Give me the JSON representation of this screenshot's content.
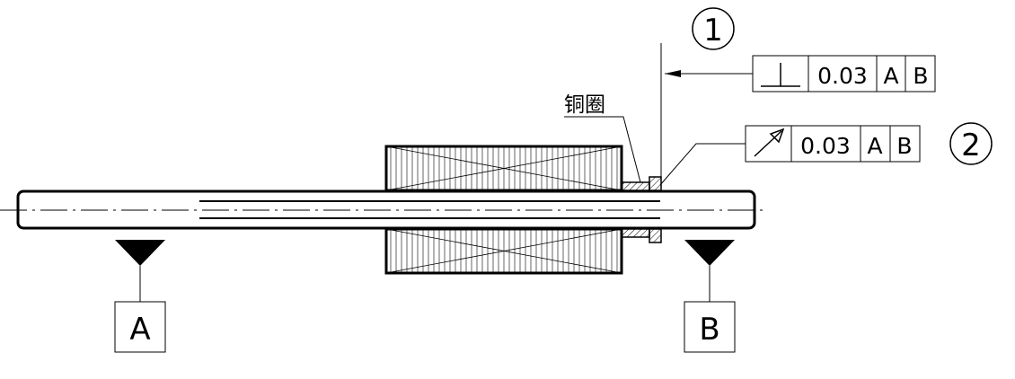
{
  "callouts": {
    "one": "1",
    "two": "2"
  },
  "part_label": "铜圈",
  "fcf_top": {
    "symbol": "perpendicularity",
    "tolerance": "0.03",
    "datum1": "A",
    "datum2": "B"
  },
  "fcf_bottom": {
    "symbol": "circular-runout",
    "tolerance": "0.03",
    "datum1": "A",
    "datum2": "B"
  },
  "datum_left": "A",
  "datum_right": "B"
}
